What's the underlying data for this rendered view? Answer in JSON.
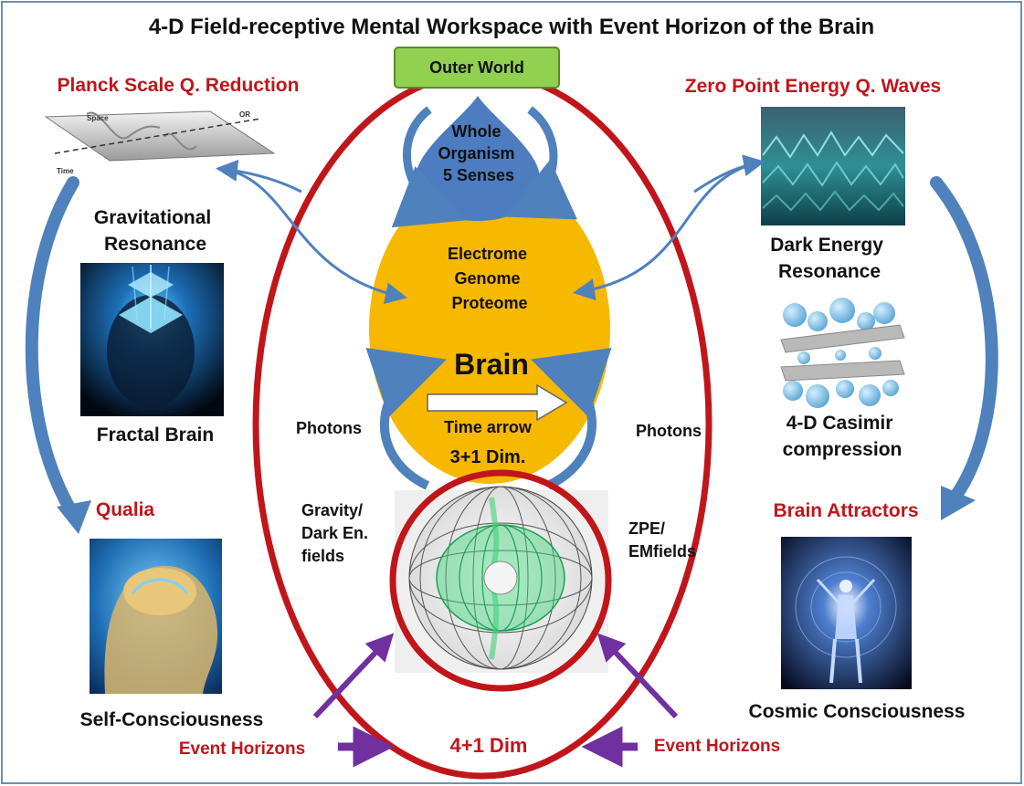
{
  "title": "4-D Field-receptive Mental Workspace with Event Horizon of the Brain",
  "colors": {
    "red_label": "#c0161b",
    "ellipse_red": "#c0161b",
    "brain_yellow": "#f7b800",
    "drop_blue": "#4d7cc1",
    "arrow_blue": "#4f81bd",
    "green_box": "#92d050",
    "purple": "#7030a0",
    "dark_text": "#111111"
  },
  "center": {
    "outer_world": "Outer World",
    "organism_lines": [
      "Whole",
      "Organism",
      "5 Senses"
    ],
    "genome_lines": [
      "Electrome",
      "Genome",
      "Proteome"
    ],
    "brain": "Brain",
    "time_arrow": "Time arrow",
    "dim_3": "3+1 Dim.",
    "photons_left": "Photons",
    "photons_right": "Photons",
    "gravity_lines": [
      "Gravity/",
      "Dark En.",
      "fields"
    ],
    "zpe_lines": [
      "ZPE/",
      "EMfields"
    ],
    "dim_4": "4+1 Dim",
    "event_left": "Event Horizons",
    "event_right": "Event Horizons"
  },
  "left": {
    "planck_heading": "Planck Scale Q. Reduction",
    "planck_image_labels": {
      "space": "Space",
      "time": "Time",
      "or": "OR"
    },
    "gravitational_lines": [
      "Gravitational",
      "Resonance"
    ],
    "fractal_brain": "Fractal Brain",
    "qualia_heading": "Qualia",
    "self_consciousness": "Self-Consciousness"
  },
  "right": {
    "zpe_heading": "Zero Point Energy Q. Waves",
    "dark_energy_lines": [
      "Dark Energy",
      "Resonance"
    ],
    "casimir_lines": [
      "4-D Casimir",
      "compression"
    ],
    "attractors_heading": "Brain Attractors",
    "cosmic_consciousness": "Cosmic Consciousness"
  }
}
